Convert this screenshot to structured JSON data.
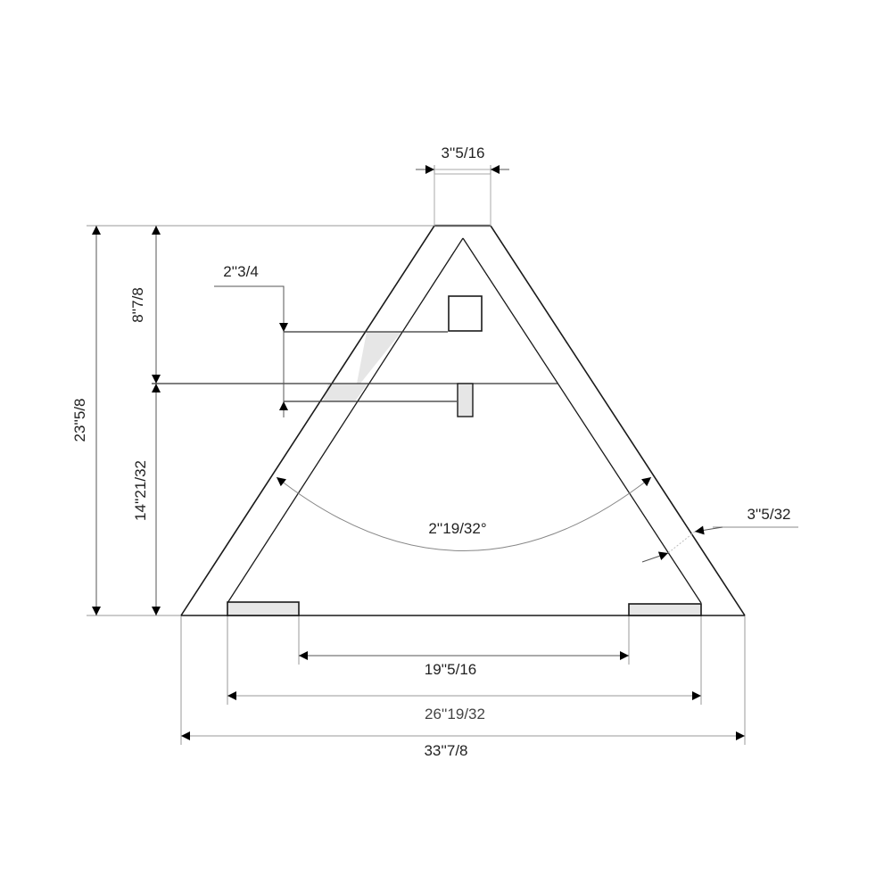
{
  "diagram": {
    "type": "a-frame truss dimension drawing",
    "colors": {
      "line": "#1a1a1a",
      "thin_line": "#555555",
      "dim_line": "#888888",
      "shade": "#e6e6e6",
      "arrow": "#000000",
      "background": "#ffffff"
    },
    "dimensions": {
      "top_width": "3''5/16",
      "overall_height": "23''5/8",
      "upper_height": "8''7/8",
      "lower_height": "14''21/32",
      "crossbar_thickness": "2''3/4",
      "apex_angle": "2''19/32°",
      "leg_thickness": "3''5/32",
      "inner_span": "19''5/16",
      "mid_span": "26''19/32",
      "overall_span": "33''7/8"
    }
  }
}
